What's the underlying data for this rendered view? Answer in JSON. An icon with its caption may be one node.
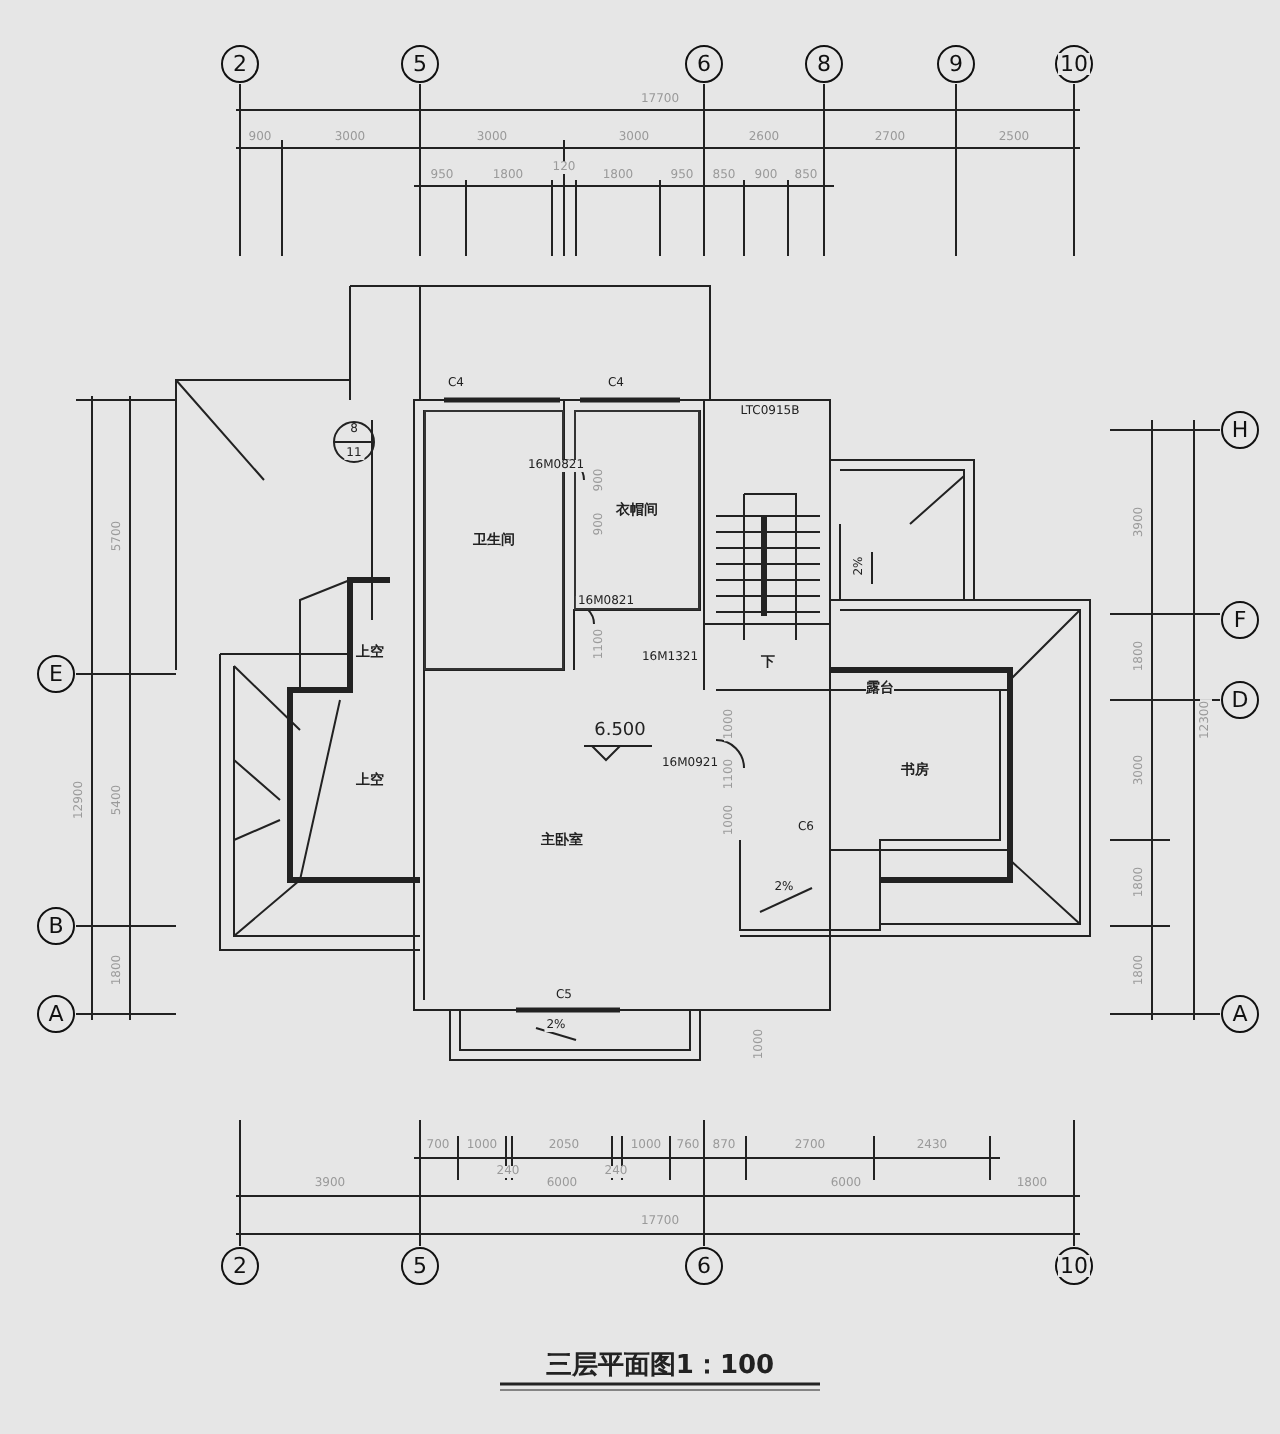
{
  "diagram": {
    "title": "三层平面图1：100",
    "nodes": [
      {
        "text": [
          "卫生间"
        ]
      },
      {
        "text": [
          "衣帽间"
        ]
      },
      {
        "text": [
          "上空"
        ]
      },
      {
        "text": [
          "下"
        ]
      },
      {
        "text": [
          "上空"
        ]
      },
      {
        "text": [
          "露台"
        ]
      },
      {
        "text": [
          "主卧室"
        ]
      },
      {
        "text": [
          "书房"
        ]
      }
    ],
    "labels": [
      "2",
      "5",
      "6",
      "8",
      "9",
      "10",
      "17700",
      "900",
      "3000",
      "3000",
      "3000",
      "2600",
      "2700",
      "2500",
      "950",
      "1800",
      "120",
      "1800",
      "950",
      "850",
      "900",
      "850",
      "C4",
      "C4",
      "LTC0915B",
      "8",
      "11",
      "H",
      "16M0821",
      "900",
      "900",
      "2%",
      "16M0821",
      "F",
      "1100",
      "16M1321",
      "E",
      "D",
      "6.500",
      "16M0921",
      "1000",
      "1100",
      "1000",
      "C6",
      "2%",
      "B",
      "C5",
      "A",
      "A",
      "2%",
      "1000",
      "700",
      "1000",
      "240",
      "2050",
      "240",
      "1000",
      "760",
      "870",
      "2700",
      "2430",
      "3900",
      "6000",
      "6000",
      "1800",
      "17700",
      "2",
      "5",
      "6",
      "10",
      "5700",
      "12900",
      "5400",
      "1800",
      "3900",
      "12300",
      "1800",
      "3000",
      "1800",
      "1800"
    ]
  }
}
